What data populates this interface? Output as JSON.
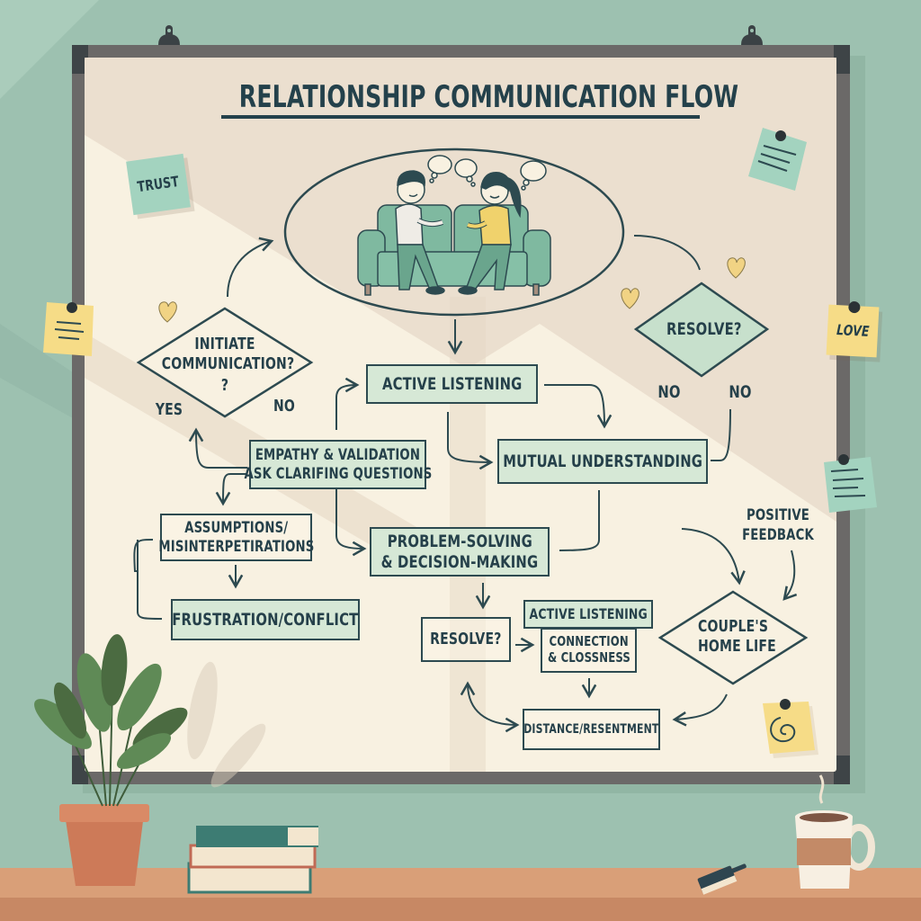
{
  "title": "RELATIONSHIP COMMUNICATION FLOW",
  "colors": {
    "wall": "#9dc1b0",
    "board_surface": "#f8f1e1",
    "board_frame": "#6b6968",
    "ink": "#25404a",
    "box_green": "#d6e8d6",
    "note_yellow": "#f6dc87",
    "note_green": "#a3d3bf",
    "heart_yellow": "#f1d384",
    "desk": "#d99f78"
  },
  "sticky_notes": {
    "trust": "TRUST",
    "love": "LOVE"
  },
  "nodes": {
    "initiate": {
      "line1": "INITIATE",
      "line2": "COMMUNICATION?",
      "line3": "?"
    },
    "initiate_yes": "YES",
    "initiate_no": "NO",
    "resolve_diamond": "RESOLVE?",
    "resolve_no_left": "NO",
    "resolve_no_right": "NO",
    "active_listening": "ACTIVE LISTENING",
    "empathy": {
      "line1": "EMPATHY & VALIDATION",
      "line2": "ASK CLARIFING QUESTIONS"
    },
    "mutual_understanding": "MUTUAL UNDERSTANDING",
    "assumptions": {
      "line1": "ASSUMPTIONS/",
      "line2": "MISINTERPETIRATIONS"
    },
    "problem_solving": {
      "line1": "PROBLEM-SOLVING",
      "line2": "& DECISION-MAKING"
    },
    "frustration": "FRUSTRATION/CONFLICT",
    "resolve_box": "RESOLVE?",
    "active_listening_2": "ACTIVE LISTENING",
    "connection": {
      "line1": "CONNECTION",
      "line2": "& CLOSSNESS"
    },
    "positive_feedback": {
      "line1": "POSITIVE",
      "line2": "FEEDBACK"
    },
    "home_life": {
      "line1": "COUPLE'S",
      "line2": "HOME LIFE"
    },
    "distance": "DISTANCE/RESENTMENT"
  },
  "illustration": {
    "scene": "couple-on-sofa-talking",
    "thought_bubbles": 3
  }
}
